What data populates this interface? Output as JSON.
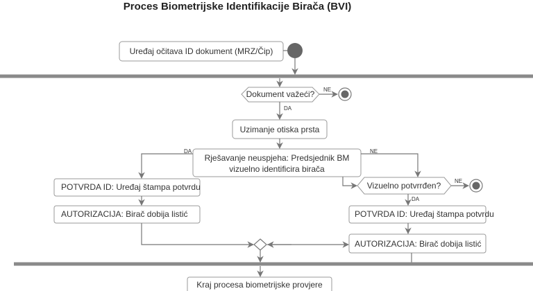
{
  "title": "Proces Biometrijske Identifikacije Birača (BVI)",
  "nodes": {
    "read_document": "Uređaj očitava ID dokument (MRZ/Čip)",
    "document_valid": "Dokument važeći?",
    "fingerprint": "Uzimanje otiska prsta",
    "resolve_line1": "Rješavanje neuspjeha: Predsjednik BM",
    "resolve_line2": "vizuelno identificira birača",
    "confirm_left": "POTVRDA ID: Uređaj štampa potvrdu",
    "authorize_left": "AUTORIZACIJA: Birač dobija listić",
    "visually_confirmed": "Vizuelno potvrrđen?",
    "confirm_right": "POTVRDA ID: Uređaj štampa potvrdu",
    "authorize_right": "AUTORIZACIJA: Birač dobija listić",
    "end": "Kraj procesa biometrijske provjere"
  },
  "labels": {
    "yes": "DA",
    "no": "NE"
  },
  "colors": {
    "line": "#777777",
    "bar": "#8a8a8a",
    "node_fill": "#666666"
  }
}
